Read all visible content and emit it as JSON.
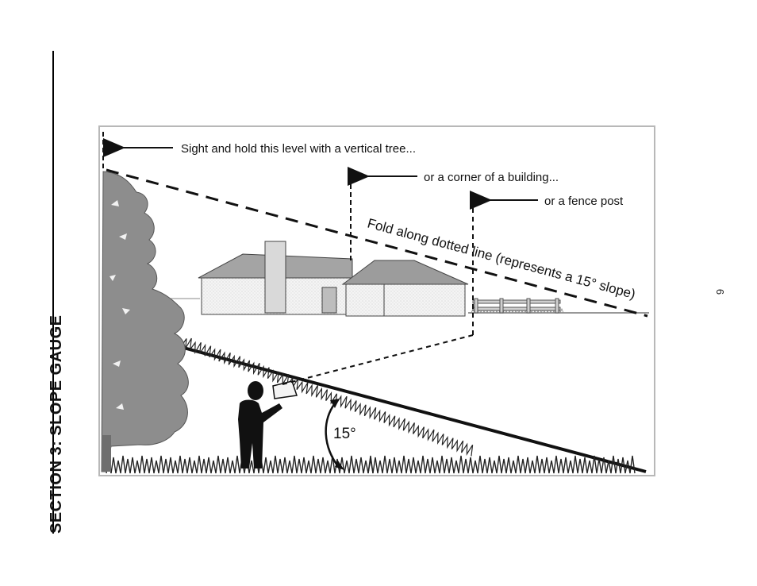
{
  "page": {
    "section_heading": "SECTION 3:  SLOPE GAUGE",
    "page_number": "6"
  },
  "figure": {
    "label_tree": "Sight and hold this level with a vertical tree...",
    "label_building": "or a corner of a building...",
    "label_fence": "or a fence post",
    "label_fold": "Fold along dotted line (represents a 15° slope)",
    "label_angle": "15°",
    "colors": {
      "tree": "#8a8a8a",
      "house_wall": "#e2e2e2",
      "roof": "#9a9a9a",
      "frame_border": "#aaaaaa",
      "ink": "#111111"
    }
  }
}
